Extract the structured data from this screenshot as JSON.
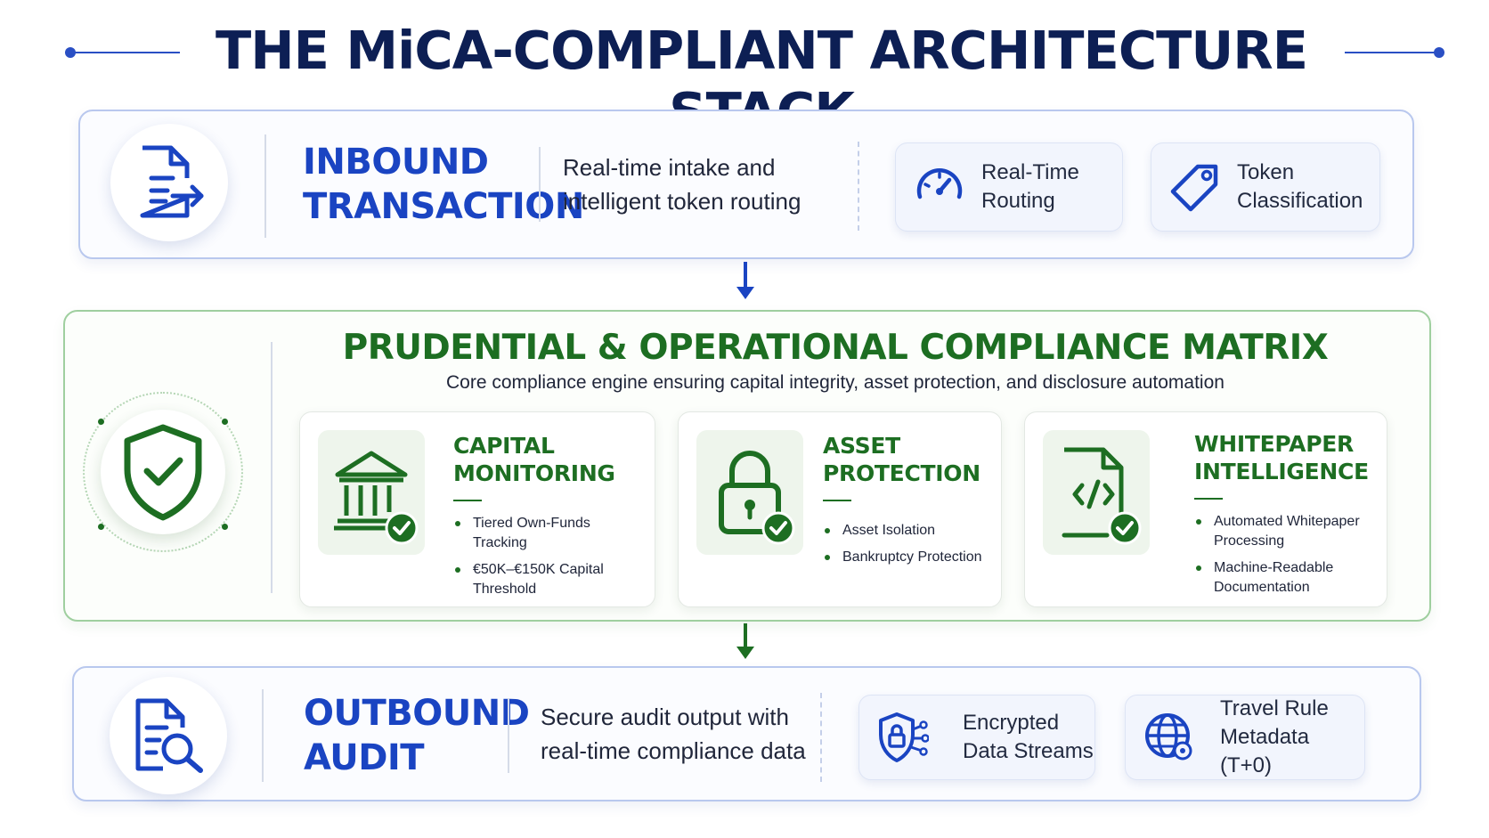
{
  "title": "THE MiCA-COMPLIANT ARCHITECTURE STACK",
  "colors": {
    "blue_accent": "#1a44c2",
    "navy_title": "#0d1f54",
    "green_accent": "#1d6e22"
  },
  "inbound": {
    "icon": "document-arrow-icon",
    "label_line1": "INBOUND",
    "label_line2": "TRANSACTION",
    "desc_line1": "Real-time intake and",
    "desc_line2": "intelligent token routing",
    "chips": [
      {
        "icon": "speedometer-icon",
        "line1": "Real-Time",
        "line2": "Routing"
      },
      {
        "icon": "tag-icon",
        "line1": "Token",
        "line2": "Classification"
      }
    ]
  },
  "compliance": {
    "icon": "shield-check-icon",
    "title": "PRUDENTIAL & OPERATIONAL COMPLIANCE MATRIX",
    "subtitle": "Core compliance engine ensuring capital integrity, asset protection, and disclosure automation",
    "cards": [
      {
        "icon": "bank-check-icon",
        "title_line1": "CAPITAL",
        "title_line2": "MONITORING",
        "items": [
          "Tiered Own-Funds Tracking",
          "€50K–€150K Capital Threshold"
        ]
      },
      {
        "icon": "padlock-check-icon",
        "title_line1": "ASSET",
        "title_line2": "PROTECTION",
        "items": [
          "Asset Isolation",
          "Bankruptcy Protection"
        ]
      },
      {
        "icon": "code-document-check-icon",
        "title_line1": "WHITEPAPER",
        "title_line2": "INTELLIGENCE",
        "items": [
          "Automated Whitepaper Processing",
          "Machine-Readable Documentation"
        ]
      }
    ]
  },
  "outbound": {
    "icon": "document-search-icon",
    "label_line1": "OUTBOUND",
    "label_line2": "AUDIT",
    "desc_line1": "Secure audit output with",
    "desc_line2": "real-time compliance data",
    "chips": [
      {
        "icon": "shield-lock-network-icon",
        "line1": "Encrypted",
        "line2": "Data Streams"
      },
      {
        "icon": "globe-network-icon",
        "line1": "Travel Rule",
        "line2": "Metadata (T+0)"
      }
    ]
  }
}
